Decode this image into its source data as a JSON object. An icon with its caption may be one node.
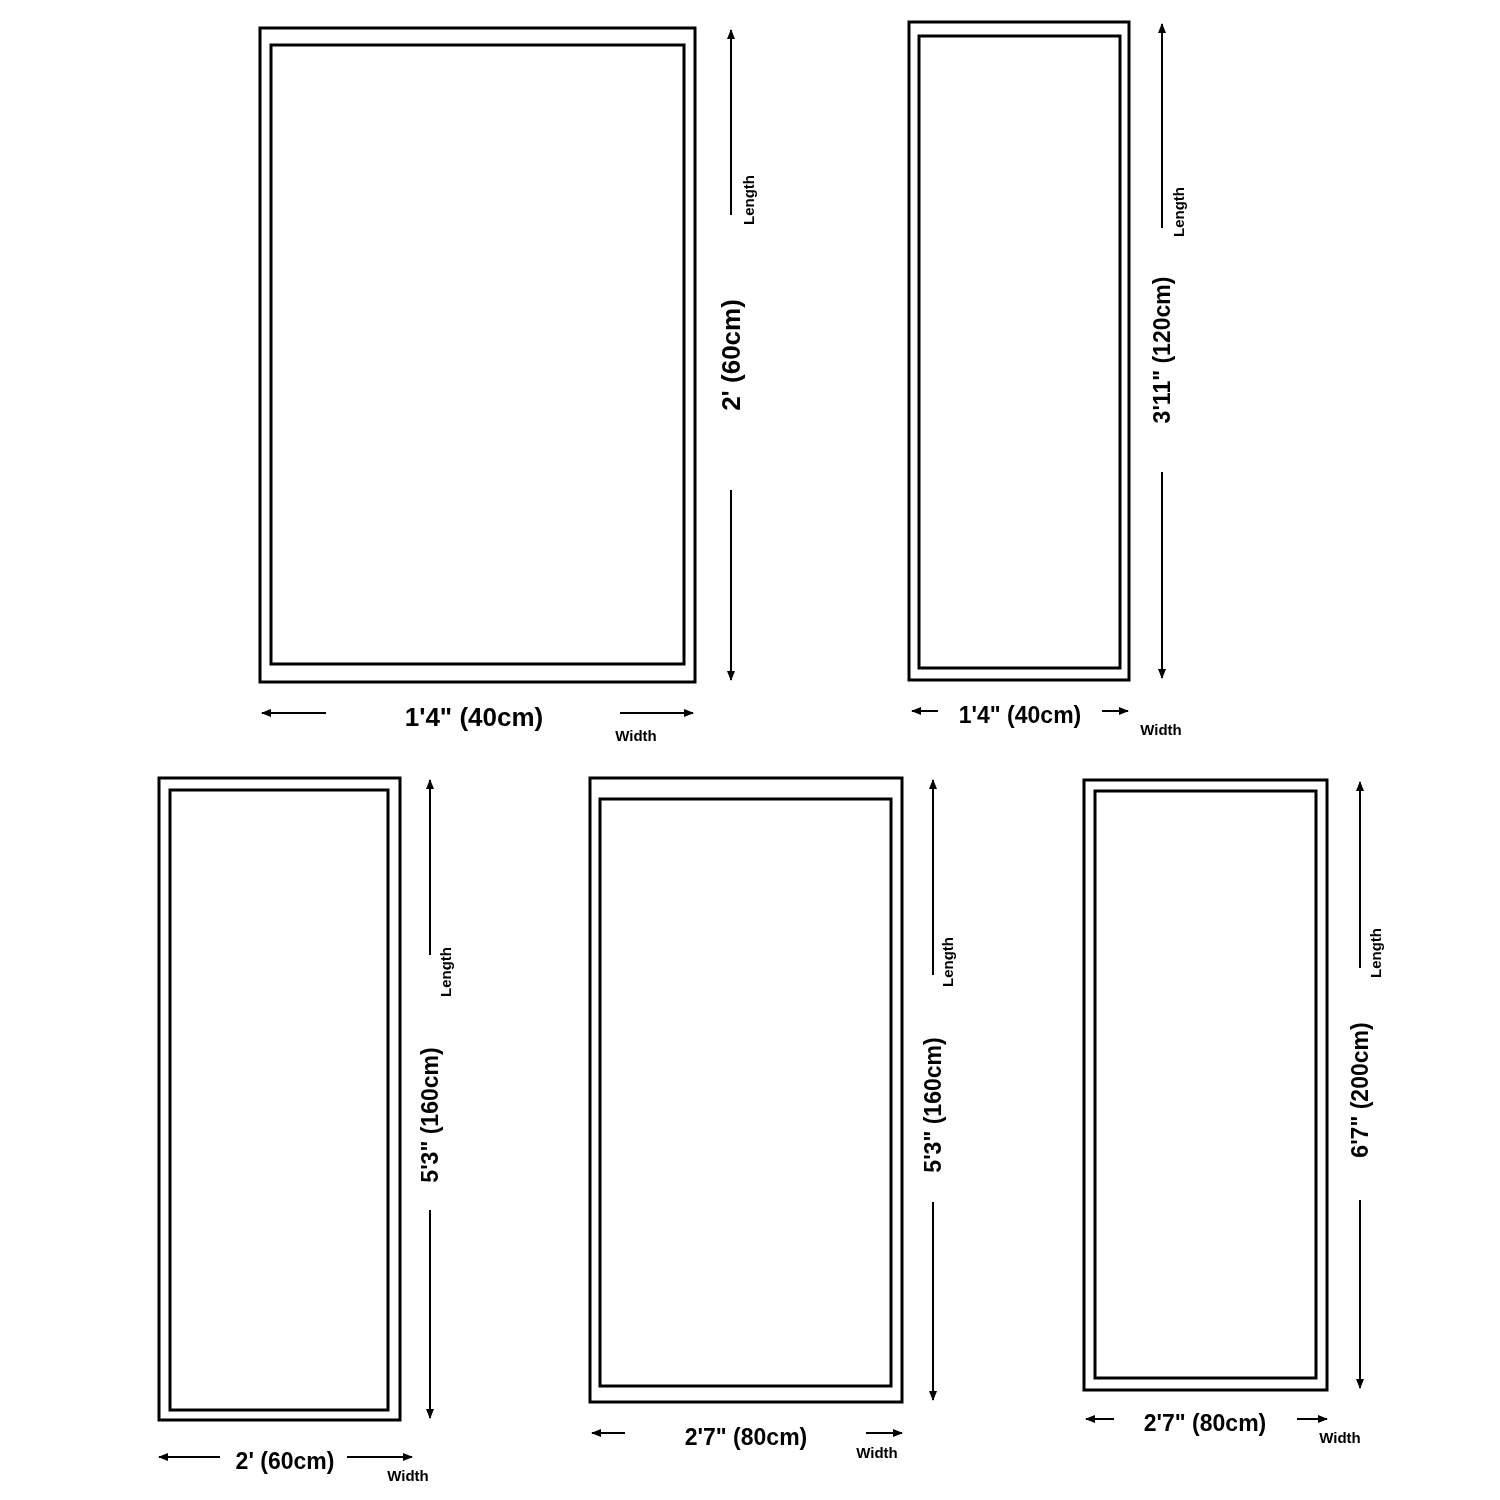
{
  "diagram": {
    "labels": [
      "Length",
      "2' (60cm)",
      "1'4\" (40cm)",
      "Width",
      "Length",
      "3'11\" (120cm)",
      "1'4\" (40cm)",
      "Width",
      "Length",
      "5'3\" (160cm)",
      "2' (60cm)",
      "Width",
      "Length",
      "5'3\" (160cm)",
      "2'7\" (80cm)",
      "Width",
      "Length",
      "6'7\" (200cm)",
      "2'7\" (80cm)",
      "Width"
    ]
  }
}
